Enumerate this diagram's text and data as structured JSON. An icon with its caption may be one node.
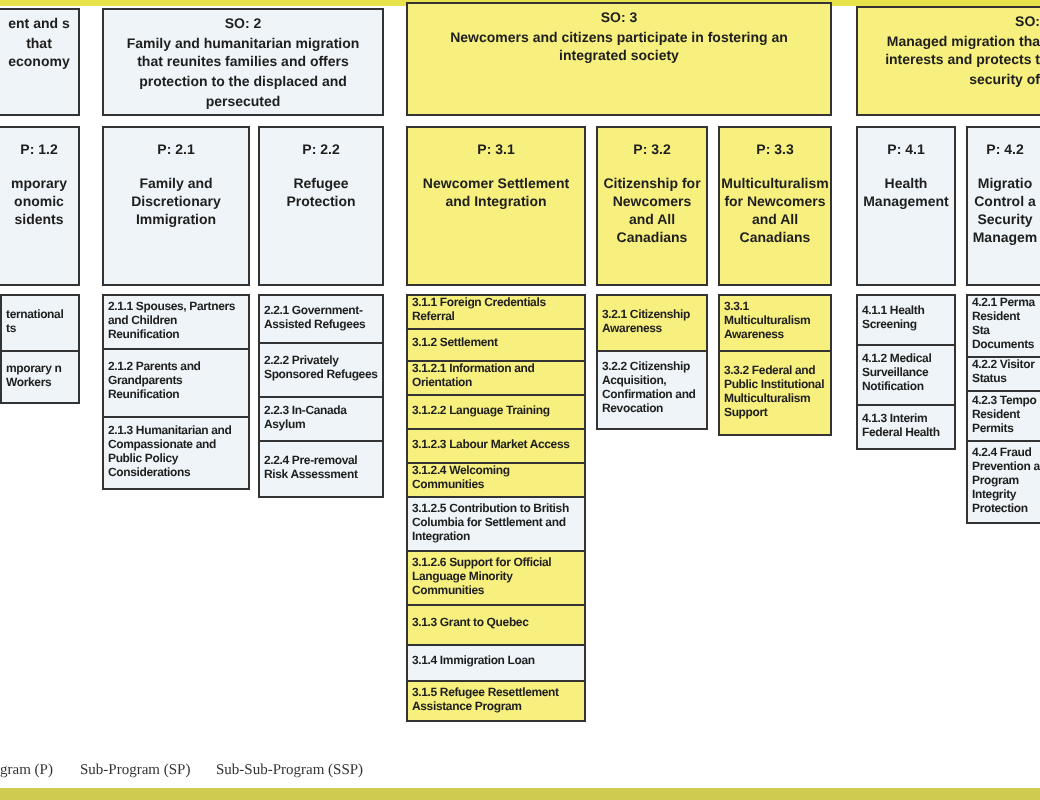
{
  "diagram": {
    "nodes": [
      {
        "text": [
          "ent and s that economy"
        ]
      },
      {
        "text": [
          "SO: 2",
          "Family and humanitarian migration that reunites families and offers protection to the displaced and persecuted"
        ]
      },
      {
        "text": [
          "SO: 3",
          "Newcomers and citizens participate in fostering an integrated society"
        ]
      },
      {
        "text": [
          "SO:",
          "Managed migration tha interests and protects t security of"
        ]
      },
      {
        "text": [
          "P: 1.2",
          "mporary onomic sidents"
        ]
      },
      {
        "text": [
          "P: 2.1",
          "Family and Discretionary Immigration"
        ]
      },
      {
        "text": [
          "P: 2.2",
          "Refugee Protection"
        ]
      },
      {
        "text": [
          "P: 3.1",
          "Newcomer Settlement and Integration"
        ]
      },
      {
        "text": [
          "P: 3.2",
          "Citizenship for Newcomers and All Canadians"
        ]
      },
      {
        "text": [
          "P: 3.3",
          "Multiculturalism for Newcomers and All Canadians"
        ]
      },
      {
        "text": [
          "P: 4.1",
          "Health Management"
        ]
      },
      {
        "text": [
          "P: 4.2",
          "Migratio Control a Security Managem"
        ]
      },
      {
        "text": [
          "ternational ts"
        ]
      },
      {
        "text": [
          "mporary n Workers"
        ]
      },
      {
        "text": [
          "2.1.1 Spouses, Partners and Children Reunification"
        ]
      },
      {
        "text": [
          "2.1.2 Parents and Grandparents Reunification"
        ]
      },
      {
        "text": [
          "2.1.3 Humanitarian and Compassionate and Public Policy Considerations"
        ]
      },
      {
        "text": [
          "2.2.1 Government-Assisted Refugees"
        ]
      },
      {
        "text": [
          "2.2.2 Privately Sponsored Refugees"
        ]
      },
      {
        "text": [
          "2.2.3 In-Canada Asylum"
        ]
      },
      {
        "text": [
          "2.2.4 Pre-removal Risk Assessment"
        ]
      },
      {
        "text": [
          "3.1.1 Foreign Credentials Referral"
        ]
      },
      {
        "text": [
          "3.1.2 Settlement"
        ]
      },
      {
        "text": [
          "3.1.2.1 Information and Orientation"
        ]
      },
      {
        "text": [
          "3.1.2.2 Language Training"
        ]
      },
      {
        "text": [
          "3.1.2.3 Labour Market Access"
        ]
      },
      {
        "text": [
          "3.1.2.4 Welcoming Communities"
        ]
      },
      {
        "text": [
          "3.1.2.5 Contribution to British Columbia for Settlement and Integration"
        ]
      },
      {
        "text": [
          "3.1.2.6 Support for Official Language Minority Communities"
        ]
      },
      {
        "text": [
          "3.1.3 Grant to Quebec"
        ]
      },
      {
        "text": [
          "3.1.4 Immigration Loan"
        ]
      },
      {
        "text": [
          "3.1.5 Refugee Resettlement Assistance Program"
        ]
      },
      {
        "text": [
          "3.2.1 Citizenship Awareness"
        ]
      },
      {
        "text": [
          "3.2.2 Citizenship Acquisition, Confirmation and Revocation"
        ]
      },
      {
        "text": [
          "3.3.1 Multiculturalism Awareness"
        ]
      },
      {
        "text": [
          "3.3.2 Federal and Public Institutional Multiculturalism Support"
        ]
      },
      {
        "text": [
          "4.1.1 Health Screening"
        ]
      },
      {
        "text": [
          "4.1.2 Medical Surveillance Notification"
        ]
      },
      {
        "text": [
          "4.1.3 Interim Federal Health"
        ]
      },
      {
        "text": [
          "4.2.1 Perma Resident Sta Documents"
        ]
      },
      {
        "text": [
          "4.2.2 Visitor Status"
        ]
      },
      {
        "text": [
          "4.2.3 Tempo Resident Permits"
        ]
      },
      {
        "text": [
          "4.2.4 Fraud Prevention a Program Integrity Protection"
        ]
      }
    ],
    "labels": [
      "gram (P)",
      "Sub-Program (SP)",
      "Sub-Sub-Program (SSP)"
    ]
  }
}
